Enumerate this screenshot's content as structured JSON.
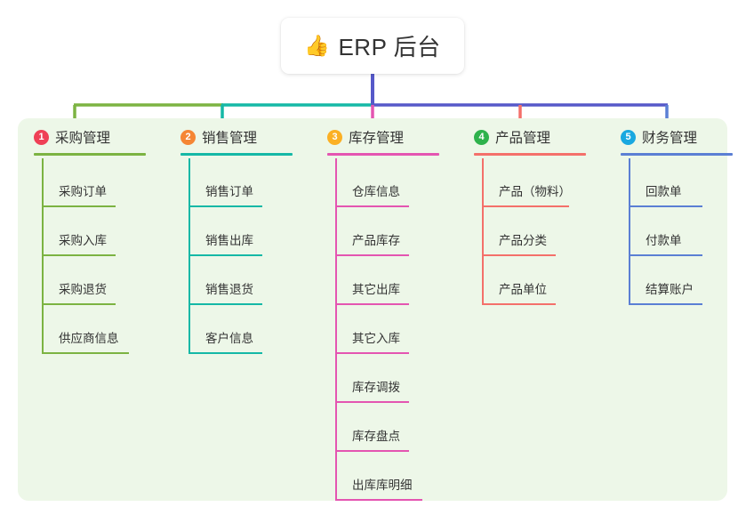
{
  "root": {
    "icon": "thumbs-up-icon",
    "icon_glyph": "👍",
    "label": "ERP 后台"
  },
  "panel": {
    "background": "#edf7e8"
  },
  "colors": {
    "root_stem": "#5659c9",
    "bus": "#5659c9",
    "col1": "#7cb342",
    "col2": "#15b8a6",
    "col3": "#e455b1",
    "col4": "#f4706a",
    "col5": "#5b7fd4",
    "badge1": "#ef4056",
    "badge2": "#f58634",
    "badge3": "#fbb024",
    "badge4": "#2eb24c",
    "badge5": "#19a8e0"
  },
  "columns": [
    {
      "number": "1",
      "title": "采购管理",
      "badge_color": "#ef4056",
      "line_color": "#7cb342",
      "items": [
        {
          "label": "采购订单"
        },
        {
          "label": "采购入库"
        },
        {
          "label": "采购退货"
        },
        {
          "label": "供应商信息",
          "wide": true
        }
      ]
    },
    {
      "number": "2",
      "title": "销售管理",
      "badge_color": "#f58634",
      "line_color": "#15b8a6",
      "items": [
        {
          "label": "销售订单"
        },
        {
          "label": "销售出库"
        },
        {
          "label": "销售退货"
        },
        {
          "label": "客户信息"
        }
      ]
    },
    {
      "number": "3",
      "title": "库存管理",
      "badge_color": "#fbb024",
      "line_color": "#e455b1",
      "items": [
        {
          "label": "仓库信息"
        },
        {
          "label": "产品库存"
        },
        {
          "label": "其它出库"
        },
        {
          "label": "其它入库"
        },
        {
          "label": "库存调拨"
        },
        {
          "label": "库存盘点"
        },
        {
          "label": "出库库明细",
          "wide": true
        }
      ]
    },
    {
      "number": "4",
      "title": "产品管理",
      "badge_color": "#2eb24c",
      "line_color": "#f4706a",
      "items": [
        {
          "label": "产品（物料）",
          "wide": true
        },
        {
          "label": "产品分类"
        },
        {
          "label": "产品单位"
        }
      ]
    },
    {
      "number": "5",
      "title": "财务管理",
      "badge_color": "#19a8e0",
      "line_color": "#5b7fd4",
      "items": [
        {
          "label": "回款单"
        },
        {
          "label": "付款单"
        },
        {
          "label": "结算账户"
        }
      ]
    }
  ]
}
